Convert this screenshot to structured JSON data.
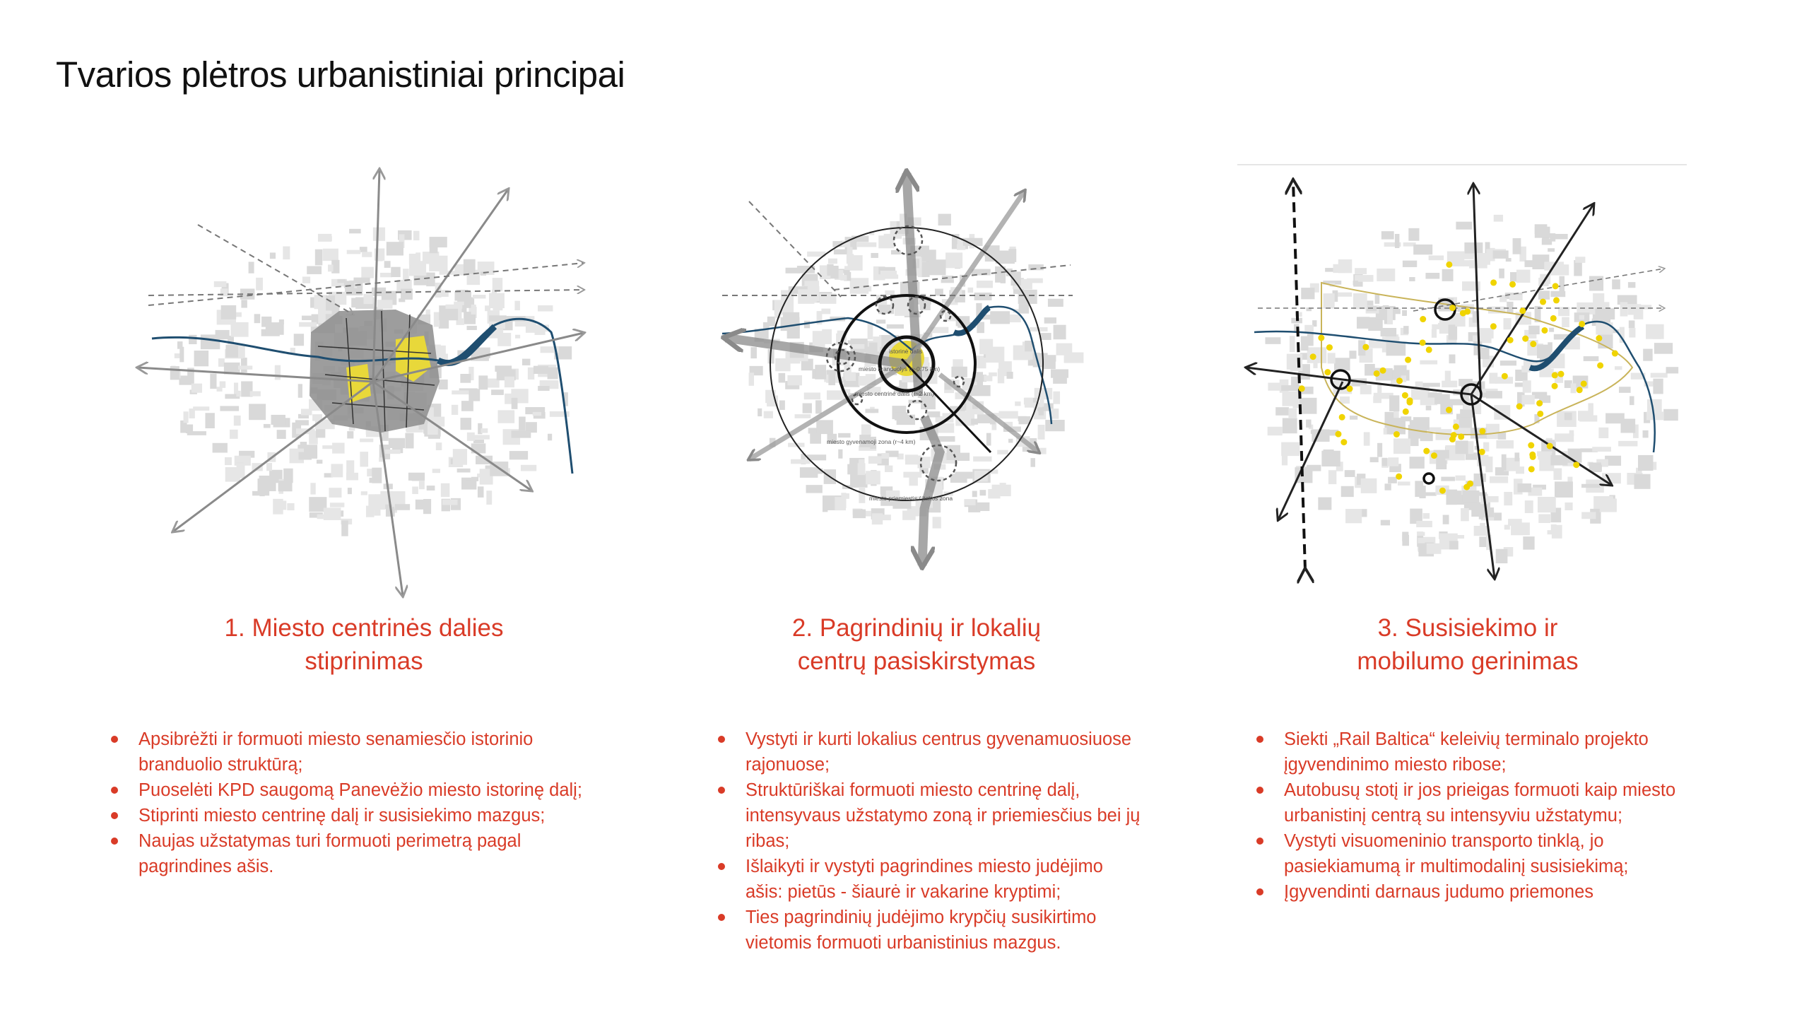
{
  "title": "Tvarios plėtros urbanistiniai principai",
  "colors": {
    "accent": "#d93b27",
    "river": "#1f4e70",
    "highlight": "#e8d83a"
  },
  "principles": [
    {
      "heading": [
        "1. Miesto centrinės dalies",
        "stiprinimas"
      ],
      "bullets": [
        "Apsibrėžti ir formuoti miesto senamiesčio istorinio branduolio struktūrą;",
        "Puoselėti KPD saugomą Panevėžio miesto istorinę dalį;",
        "Stiprinti miesto centrinę dalį ir susisiekimo mazgus;",
        "Naujas užstatymas turi formuoti perimetrą pagal pagrindines ašis."
      ]
    },
    {
      "heading": [
        "2. Pagrindinių ir lokalių",
        "centrų pasiskirstymas"
      ],
      "bullets": [
        "Vystyti ir kurti lokalius centrus gyvenamuosiuose rajonuose;",
        "Struktūriškai formuoti miesto centrinę dalį, intensyvaus užstatymo zoną ir priemiesčius bei jų ribas;",
        "Išlaikyti ir vystyti pagrindines miesto judėjimo ašis: pietūs - šiaurė ir vakarine kryptimi;",
        "Ties pagrindinių judėjimo krypčių susikirtimo vietomis formuoti urbanistinius mazgus."
      ],
      "map_labels": {
        "core": "istorinė dalis",
        "nucleus": "miesto branduolys (r~0.75 km)",
        "central": "miesto centrinė dalis (r~2 km)",
        "residential": "miesto gyvenamoji zona (r~4 km)",
        "suburb": "miesto priemiestis / įtakos zona"
      }
    },
    {
      "heading": [
        "3. Susisiekimo ir",
        "mobilumo gerinimas"
      ],
      "bullets": [
        "Siekti „Rail Baltica“ keleivių terminalo projekto įgyvendinimo miesto ribose;",
        "Autobusų stotį ir jos prieigas formuoti kaip miesto urbanistinį centrą su intensyviu užstatymu;",
        "Vystyti visuomeninio transporto tinklą, jo pasiekiamumą ir multimodalinį susisiekimą;",
        "Įgyvendinti darnaus judumo priemones"
      ]
    }
  ]
}
